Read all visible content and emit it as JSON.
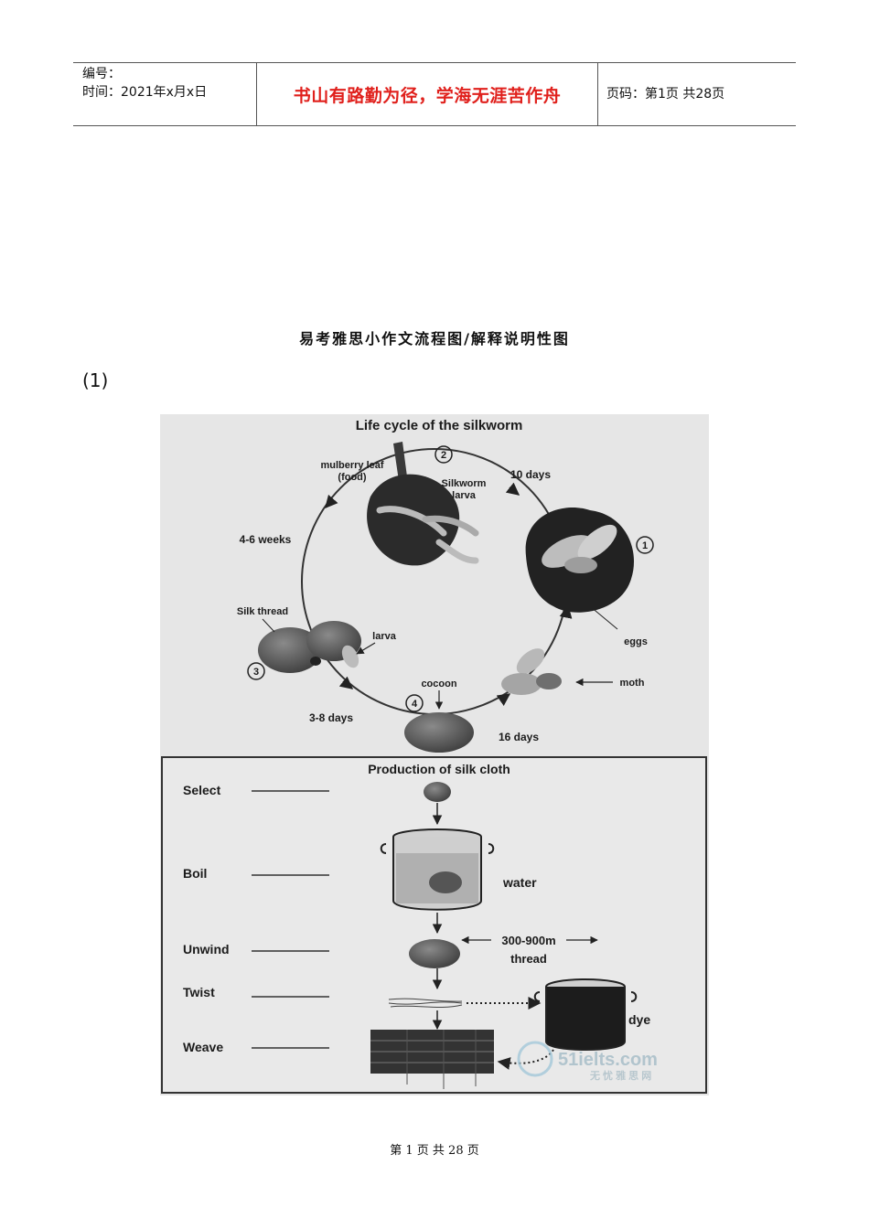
{
  "header": {
    "serial_label": "编号：",
    "time_label": "时间：2021年x月x日",
    "motto": "书山有路勤为径，学海无涯苦作舟",
    "page_info": "页码：第1页  共28页"
  },
  "doc_title": "易考雅思小作文流程图/解释说明性图",
  "section_number": "(1)",
  "figure": {
    "top_title": "Life cycle of the silkworm",
    "stage_numbers": [
      "1",
      "2",
      "3",
      "4"
    ],
    "labels": {
      "mulberry_leaf": "mulberry leaf",
      "food": "(food)",
      "silkworm_larva_1": "Silkworm",
      "silkworm_larva_2": "larva",
      "ten_days": "10 days",
      "four_six_weeks": "4-6 weeks",
      "silk_thread": "Silk thread",
      "larva": "larva",
      "eggs": "eggs",
      "moth": "moth",
      "cocoon": "cocoon",
      "three_eight_days": "3-8 days",
      "sixteen_days": "16 days"
    },
    "production_title": "Production of silk cloth",
    "steps": [
      "Select",
      "Boil",
      "Unwind",
      "Twist",
      "Weave"
    ],
    "water": "water",
    "thread_length": "300-900m",
    "thread": "thread",
    "dye": "dye",
    "watermark": "51ielts.com",
    "watermark_sub": "无 忧 雅 思 网"
  },
  "footer": "第 1 页 共 28 页"
}
